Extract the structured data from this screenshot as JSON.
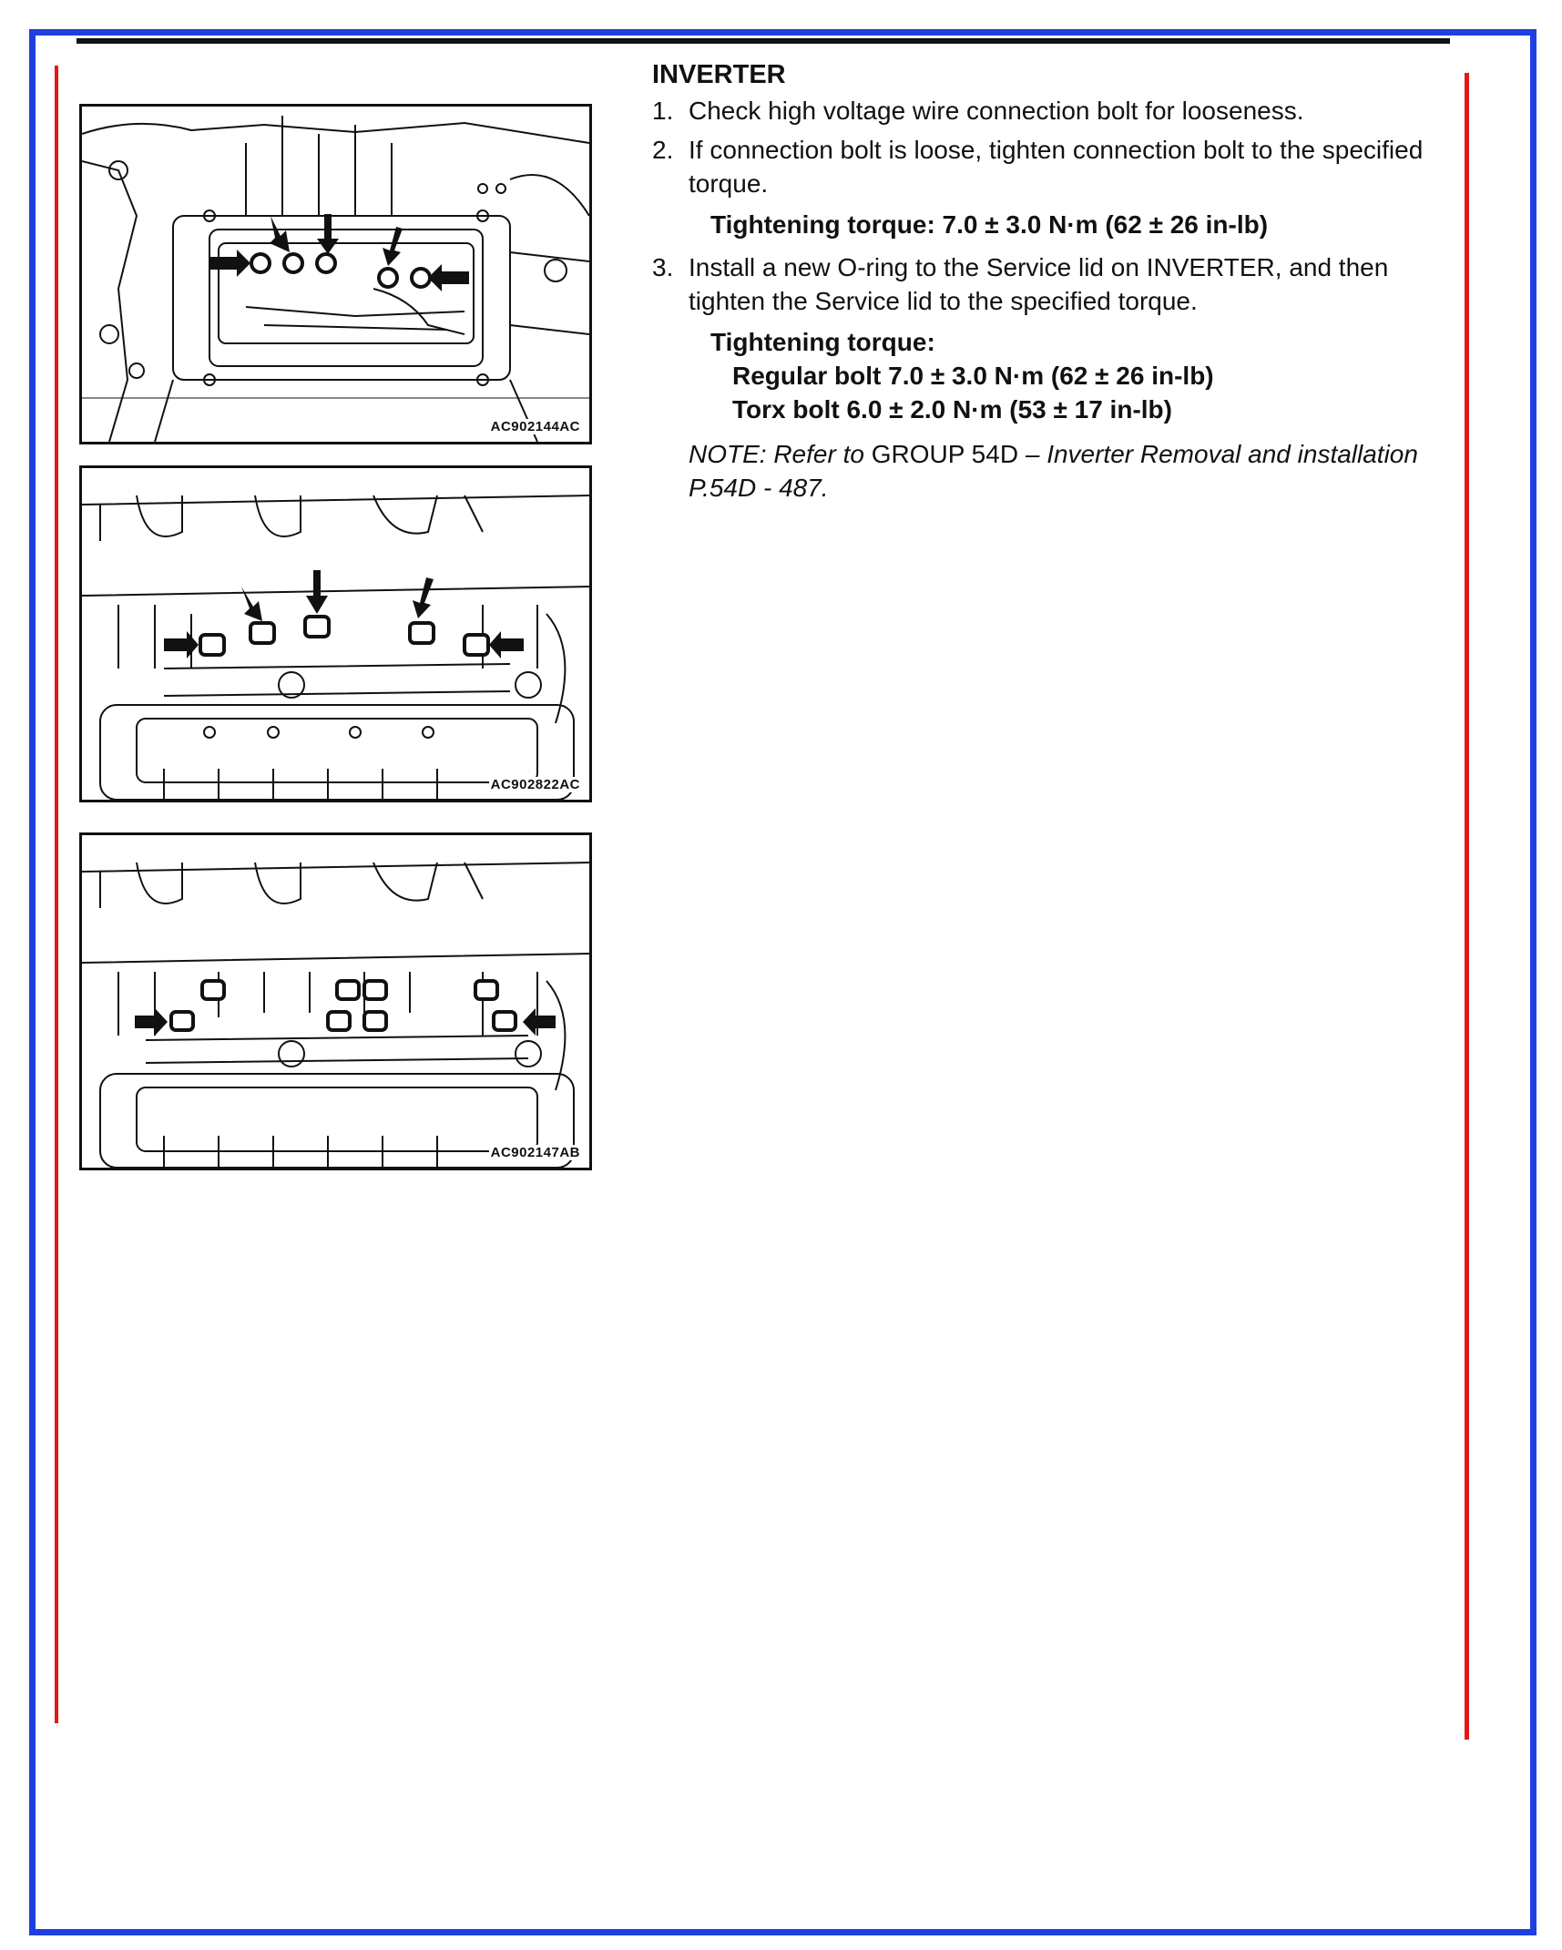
{
  "section": {
    "title": "INVERTER"
  },
  "steps": [
    {
      "num": "1.",
      "text": "Check high voltage wire connection bolt for looseness."
    },
    {
      "num": "2.",
      "text": "If connection bolt is loose, tighten connection bolt to the specified torque."
    },
    {
      "num": "3.",
      "text": "Install a new O-ring to the Service lid on INVERTER, and then tighten the Service lid to the specified torque."
    }
  ],
  "torque_step2": "Tightening torque: 7.0 ± 3.0 N·m (62 ± 26 in-lb)",
  "torque_step3": {
    "label": "Tightening torque:",
    "regular": "Regular bolt 7.0 ± 3.0 N·m (62 ± 26 in-lb)",
    "torx": "Torx bolt 6.0 ± 2.0 N·m (53 ± 17 in-lb)"
  },
  "note": {
    "prefix": "NOTE: Refer to ",
    "group": "GROUP 54D",
    "dash": " – ",
    "rest": "Inverter Removal and installation P.54D - 487."
  },
  "figures": [
    {
      "code": "AC902144AC"
    },
    {
      "code": "AC902822AC"
    },
    {
      "code": "AC902147AB"
    }
  ],
  "colors": {
    "frame": "#1f3fe0",
    "margin_bars": "#e01818",
    "ink": "#111111"
  }
}
